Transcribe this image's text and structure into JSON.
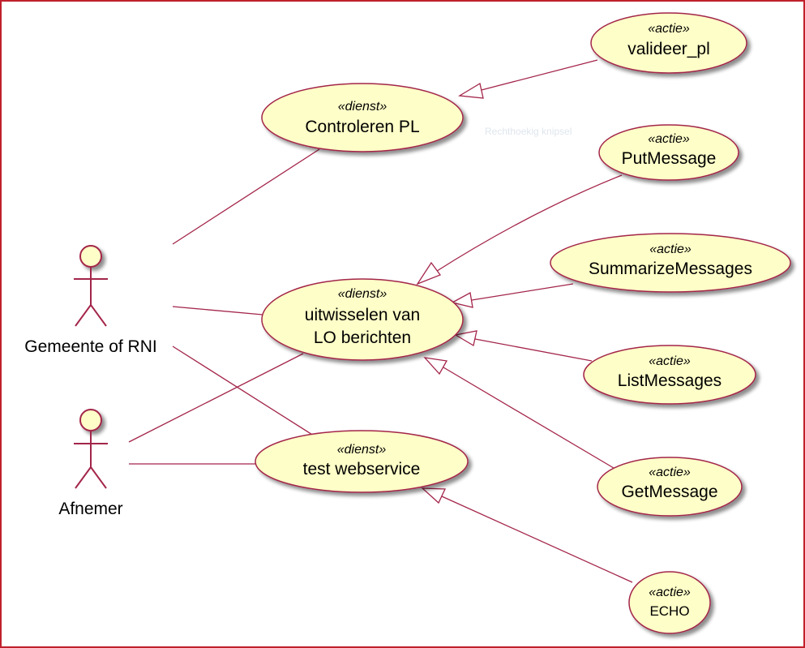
{
  "diagram": {
    "type": "uml-use-case",
    "watermark": "Rechthoekig knipsel",
    "colors": {
      "line": "#a3254a",
      "usecase_fill": "#fefec8",
      "usecase_stroke": "#a3254a",
      "actor_fill": "#fefec8",
      "shadow": "#aaaaaa",
      "frame_border": "#c0202c"
    },
    "actors": {
      "gemeente": {
        "label": "Gemeente of RNI"
      },
      "afnemer": {
        "label": "Afnemer"
      }
    },
    "usecases": {
      "controleren_pl": {
        "stereotype": "«dienst»",
        "name": "Controleren PL"
      },
      "uitwisselen": {
        "stereotype": "«dienst»",
        "name_line1": "uitwisselen van",
        "name_line2": "LO berichten"
      },
      "test_webservice": {
        "stereotype": "«dienst»",
        "name": "test webservice"
      },
      "valideer_pl": {
        "stereotype": "«actie»",
        "name": "valideer_pl"
      },
      "putmessage": {
        "stereotype": "«actie»",
        "name": "PutMessage"
      },
      "summarizemessages": {
        "stereotype": "«actie»",
        "name": "SummarizeMessages"
      },
      "listmessages": {
        "stereotype": "«actie»",
        "name": "ListMessages"
      },
      "getmessage": {
        "stereotype": "«actie»",
        "name": "GetMessage"
      },
      "echo": {
        "stereotype": "«actie»",
        "name": "ECHO"
      }
    },
    "associations": [
      {
        "from": "Gemeente of RNI",
        "to": "Controleren PL"
      },
      {
        "from": "Gemeente of RNI",
        "to": "uitwisselen van LO berichten"
      },
      {
        "from": "Gemeente of RNI",
        "to": "test webservice"
      },
      {
        "from": "Afnemer",
        "to": "uitwisselen van LO berichten"
      },
      {
        "from": "Afnemer",
        "to": "test webservice"
      }
    ],
    "generalizations": [
      {
        "child": "valideer_pl",
        "parent": "Controleren PL"
      },
      {
        "child": "PutMessage",
        "parent": "uitwisselen van LO berichten"
      },
      {
        "child": "SummarizeMessages",
        "parent": "uitwisselen van LO berichten"
      },
      {
        "child": "ListMessages",
        "parent": "uitwisselen van LO berichten"
      },
      {
        "child": "GetMessage",
        "parent": "uitwisselen van LO berichten"
      },
      {
        "child": "ECHO",
        "parent": "test webservice"
      }
    ]
  }
}
